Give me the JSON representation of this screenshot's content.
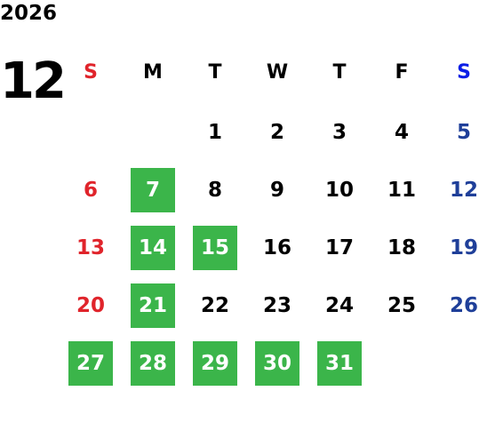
{
  "calendar": {
    "year": "2026",
    "month": "12",
    "weekdays": [
      "S",
      "M",
      "T",
      "W",
      "T",
      "F",
      "S"
    ],
    "weeks": [
      [
        "",
        "",
        "1",
        "2",
        "3",
        "4",
        "5"
      ],
      [
        "6",
        "7",
        "8",
        "9",
        "10",
        "11",
        "12"
      ],
      [
        "13",
        "14",
        "15",
        "16",
        "17",
        "18",
        "19"
      ],
      [
        "20",
        "21",
        "22",
        "23",
        "24",
        "25",
        "26"
      ],
      [
        "27",
        "28",
        "29",
        "30",
        "31",
        "",
        ""
      ]
    ],
    "highlighted_days": [
      "7",
      "14",
      "15",
      "21",
      "27",
      "28",
      "29",
      "30",
      "31"
    ]
  },
  "colors": {
    "highlight": "#3bb54a",
    "sunday": "#e0242b",
    "saturday": "#1f3f99",
    "saturday_header": "#0b1ee6",
    "text": "#000000"
  }
}
